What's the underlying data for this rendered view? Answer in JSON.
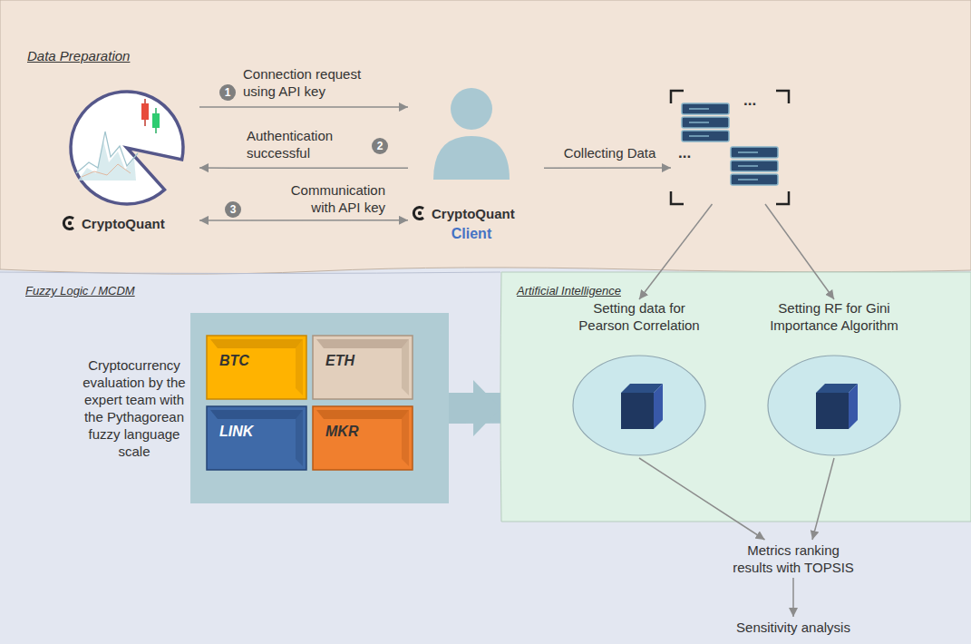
{
  "diagram": {
    "nodes": [
      {
        "text": [
          "Data Preparation"
        ]
      },
      {
        "text": [
          "CryptoQuant"
        ],
        "in": 0
      },
      {
        "text": [
          "CryptoQuant",
          "Client"
        ],
        "in": 0
      },
      {
        "text": [
          "...",
          "..."
        ],
        "in": 0
      },
      {
        "text": [
          "Fuzzy Logic / MCDM"
        ]
      },
      {
        "text": [
          "Cryptocurrency evaluation by the expert team with the Pythagorean fuzzy language scale"
        ],
        "in": 4
      },
      {
        "text": [
          "BTC"
        ],
        "in": 5
      },
      {
        "text": [
          "ETH"
        ],
        "in": 5
      },
      {
        "text": [
          "LINK"
        ],
        "in": 5
      },
      {
        "text": [
          "MKR"
        ],
        "in": 5
      },
      {
        "text": [
          "Artificial Intelligence"
        ]
      },
      {
        "text": [
          "Setting data for Pearson Correlation"
        ],
        "in": 10
      },
      {
        "text": [
          "Setting RF for Gini Importance Algorithm"
        ],
        "in": 10
      },
      {
        "text": [
          "Metrics ranking results with TOPSIS"
        ]
      },
      {
        "text": [
          "Sensitivity analysis"
        ]
      }
    ],
    "edges": [
      {
        "from": 1,
        "to": 2,
        "label": "Connection request using API key",
        "arrow": "to"
      },
      {
        "from": 2,
        "to": 1,
        "label": "Authentication successful",
        "arrow": "to"
      },
      {
        "from": 1,
        "to": 2,
        "label": "Communication with API key",
        "arrow": "both"
      },
      {
        "from": 2,
        "to": 3,
        "label": "Collecting Data",
        "arrow": "to"
      },
      {
        "from": 3,
        "to": 11,
        "arrow": "to"
      },
      {
        "from": 3,
        "to": 12,
        "arrow": "to"
      },
      {
        "from": 5,
        "to": 10,
        "arrow": "to"
      },
      {
        "from": 11,
        "to": 13,
        "arrow": "to"
      },
      {
        "from": 12,
        "to": 13,
        "arrow": "to"
      },
      {
        "from": 13,
        "to": 14,
        "arrow": "to"
      }
    ],
    "labels": [
      "1",
      "2",
      "3"
    ]
  }
}
